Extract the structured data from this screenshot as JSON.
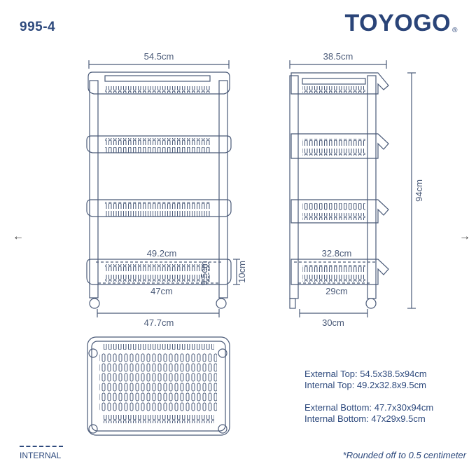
{
  "header": {
    "model": "995-4",
    "brand": "TOYOGO",
    "brand_mark": "®"
  },
  "nav": {
    "prev_icon": "arrow-left-icon",
    "next_icon": "arrow-right-icon",
    "prev_glyph": "←",
    "next_glyph": "→"
  },
  "front_view": {
    "top_width": "54.5cm",
    "internal_width": "49.2cm",
    "internal_depth_label": "9.5cm",
    "bottom_internal_width": "47cm",
    "basket_height": "10cm",
    "base_width": "47.7cm"
  },
  "side_view": {
    "top_depth": "38.5cm",
    "internal_depth": "32.8cm",
    "bottom_internal_depth": "29cm",
    "base_depth": "30cm",
    "height": "94cm"
  },
  "specs": {
    "external_top": "External Top: 54.5x38.5x94cm",
    "internal_top": "Internal Top: 49.2x32.8x9.5cm",
    "external_bottom": "External Bottom: 47.7x30x94cm",
    "internal_bottom": "Internal Bottom: 47x29x9.5cm"
  },
  "legend": {
    "label": "INTERNAL"
  },
  "footnote": "*Rounded off to 0.5 centimeter",
  "colors": {
    "primary": "#2e4a7d",
    "line": "#4a5a78",
    "background": "#ffffff"
  }
}
